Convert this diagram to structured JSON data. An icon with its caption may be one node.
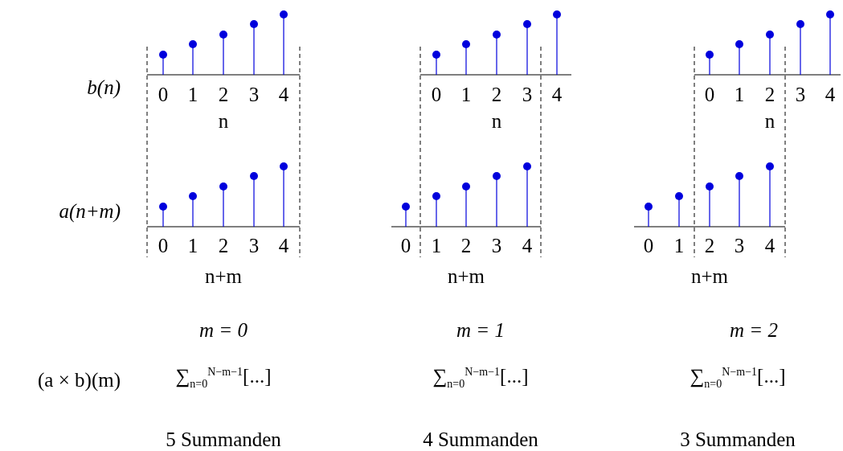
{
  "diagram": {
    "labels": [
      "b(n)",
      "0",
      "1",
      "2",
      "3",
      "4",
      "0",
      "1",
      "2",
      "3",
      "4",
      "0",
      "1",
      "2",
      "3",
      "4",
      "n",
      "n",
      "n",
      "a(n+m)",
      "0",
      "1",
      "2",
      "3",
      "4",
      "0",
      "1",
      "2",
      "3",
      "4",
      "0",
      "1",
      "2",
      "3",
      "4",
      "n+m",
      "n+m",
      "n+m",
      "m = 0",
      "m = 1",
      "m = 2",
      "(a × b)(m)",
      "∑$_{n=0}$$^{N−m−1}$[...]",
      "∑$_{n=0}$$^{N−m−1}$[...]",
      "∑$_{n=0}$$^{N−m−1}$[...]",
      "5 Summanden",
      "4 Summanden",
      "3 Summanden"
    ]
  }
}
